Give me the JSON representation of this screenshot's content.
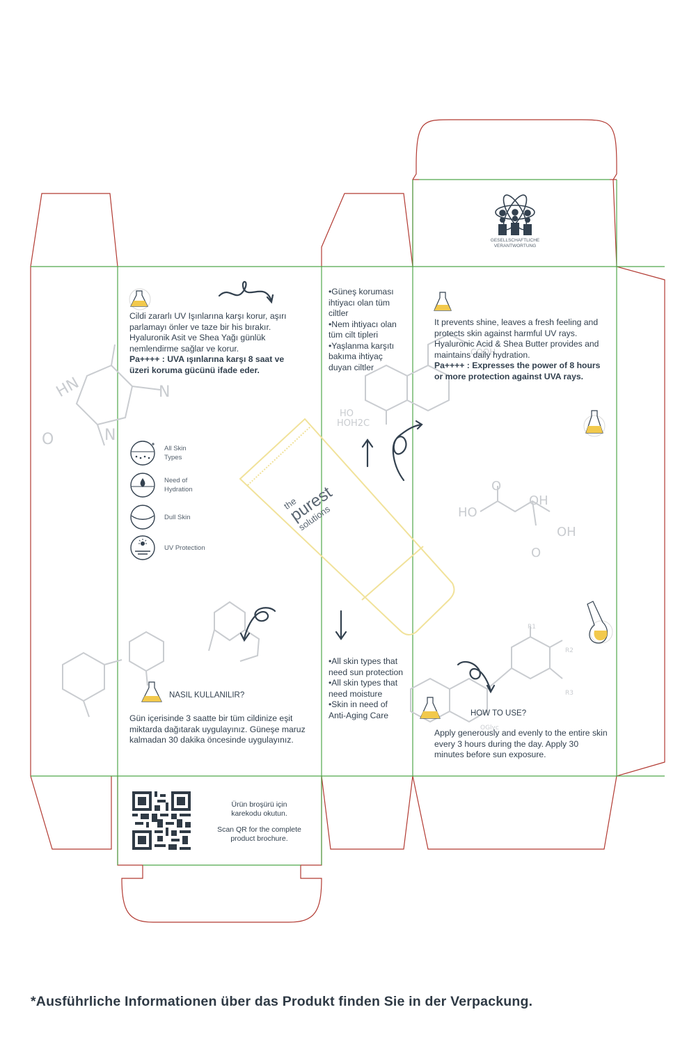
{
  "turkish_panel": {
    "benefit_text": "Cildi zararlı UV Işınlarına karşı korur, aşırı parlamayı önler ve taze bir his bırakır. Hyaluronik Asit ve Shea Yağı günlük nemlendirme sağlar ve korur.",
    "pa_text": "Pa++++ : UVA ışınlarına karşı 8 saat ve üzeri koruma gücünü ifade eder.",
    "how_to_title": "NASIL KULLANILIR?",
    "how_to_text": "Gün içerisinde 3 saatte bir tüm cildinize eşit miktarda dağıtarak uygulayınız. Güneşe maruz kalmadan 30 dakika öncesinde uygulayınız."
  },
  "icons": [
    {
      "icon": "skin-types-icon",
      "label_1": "All Skin",
      "label_2": "Types"
    },
    {
      "icon": "hydration-drop-icon",
      "label_1": "Need of",
      "label_2": "Hydration"
    },
    {
      "icon": "dull-skin-icon",
      "label_1": "Dull Skin",
      "label_2": ""
    },
    {
      "icon": "uv-protection-icon",
      "label_1": "UV Protection",
      "label_2": ""
    }
  ],
  "side_panel": {
    "tr_list": [
      "•Güneş koruması ihtiyacı olan tüm ciltler",
      "•Nem ihtiyacı olan tüm cilt tipleri",
      "•Yaşlanma karşıtı bakıma ihtiyaç duyan ciltler"
    ],
    "en_list": [
      "•All skin types that need sun protection",
      "•All skin types that need moisture",
      "•Skin in need of Anti-Aging Care"
    ]
  },
  "tube": {
    "brand_line1": "the",
    "brand_line2": "purest",
    "brand_line3": "solutions"
  },
  "english_panel": {
    "benefit_text": "It prevents shine, leaves a fresh feeling and protects skin against harmful UV rays. Hyaluronic Acid & Shea Butter provides and maintains daily hydration.",
    "pa_text": "Pa++++ : Expresses the power of 8 hours or more protection against UVA rays.",
    "how_to_title": "HOW TO USE?",
    "how_to_text": "Apply generously and evenly to the entire skin every 3 hours during the day. Apply 30 minutes before sun exposure."
  },
  "top_flap": {
    "csr_line1": "GESELLSCHAFTLICHE",
    "csr_line2": "VERANTWORTUNG"
  },
  "bottom_flap": {
    "qr_text_tr_1": "Ürün broşürü için",
    "qr_text_tr_2": "karekodu okutun.",
    "qr_text_en_1": "Scan QR for the complete",
    "qr_text_en_2": "product brochure."
  },
  "chemistry": {
    "hn": "HN",
    "o1": "O",
    "n1": "N",
    "n2": "N",
    "ho1": "HO",
    "hoh2c": "HOH2C",
    "cooh": "COOH",
    "ho2": "HO",
    "oh1": "OH",
    "oh2": "OH",
    "o2": "O",
    "o3": "O",
    "r1": "R1",
    "r2": "R2",
    "r3": "R3",
    "oglyc": "OGlyc"
  },
  "footnote": "*Ausführliche Informationen über das Produkt finden Sie in der Verpackung.",
  "colors": {
    "fold_line": "#4fa64a",
    "cut_line": "#b23a32",
    "text": "#33414f",
    "flask": "#f2c94c",
    "tube": "#f1e29a",
    "chem": "#c9ccd0"
  }
}
